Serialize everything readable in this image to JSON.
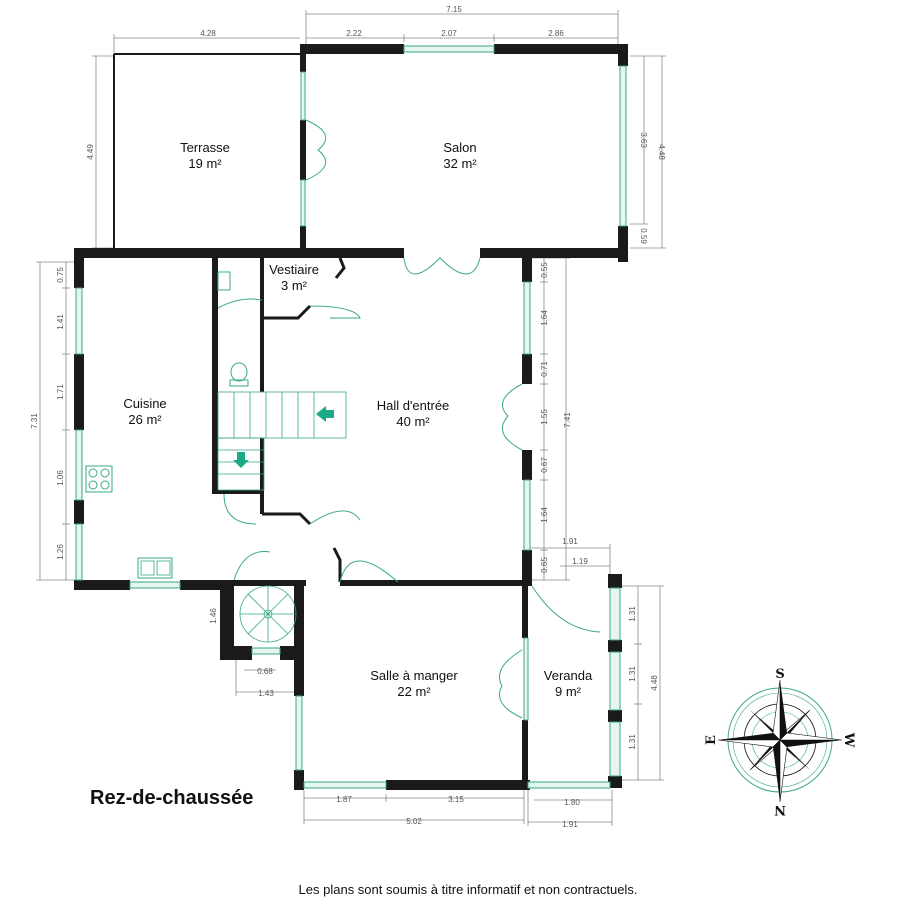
{
  "rooms": {
    "terrasse": {
      "name": "Terrasse",
      "area": "19 m²"
    },
    "salon": {
      "name": "Salon",
      "area": "32 m²"
    },
    "vestiaire": {
      "name": "Vestiaire",
      "area": "3 m²"
    },
    "cuisine": {
      "name": "Cuisine",
      "area": "26 m²"
    },
    "hall": {
      "name": "Hall d'entrée",
      "area": "40 m²"
    },
    "salle": {
      "name": "Salle à manger",
      "area": "22 m²"
    },
    "veranda": {
      "name": "Veranda",
      "area": "9 m²"
    }
  },
  "dimensions": {
    "top_total": "7.15",
    "top_a": "2.22",
    "top_b": "2.07",
    "top_c": "2.86",
    "terrasse_width": "4.28",
    "terrasse_depth": "4.49",
    "salon_right_window": "3.63",
    "salon_right_total": "4.48",
    "salon_right_end": "0.59",
    "cuisine_a": "0.75",
    "cuisine_b": "1.41",
    "cuisine_c": "1.71",
    "cuisine_d": "1.06",
    "cuisine_e": "1.26",
    "cuisine_total": "7.31",
    "hall_a": "0.55",
    "hall_b": "1.64",
    "hall_c": "0.71",
    "hall_d": "1.55",
    "hall_e": "0.67",
    "hall_f": "1.64",
    "hall_g": "0.65",
    "hall_total": "7.41",
    "veranda_top": "1.91",
    "veranda_top_inner": "1.19",
    "veranda_right_a": "1.31",
    "veranda_right_b": "1.31",
    "veranda_right_c": "1.31",
    "veranda_right_total": "4.48",
    "veranda_bottom_inner": "1.80",
    "veranda_bottom_total": "1.91",
    "stair_side": "1.46",
    "stair_inner": "0.68",
    "stair_outer": "1.43",
    "salle_bottom_a": "1.87",
    "salle_bottom_b": "3.15",
    "salle_bottom_total": "5.02"
  },
  "floor_title": "Rez-de-chaussée",
  "disclaimer": "Les plans sont soumis à titre informatif et non contractuels.",
  "compass": {
    "north": "N",
    "south": "S",
    "east": "E",
    "west": "W"
  },
  "colors": {
    "wall": "#1a1a1a",
    "window": "#3aa88a",
    "arrow": "#1aaa88"
  }
}
